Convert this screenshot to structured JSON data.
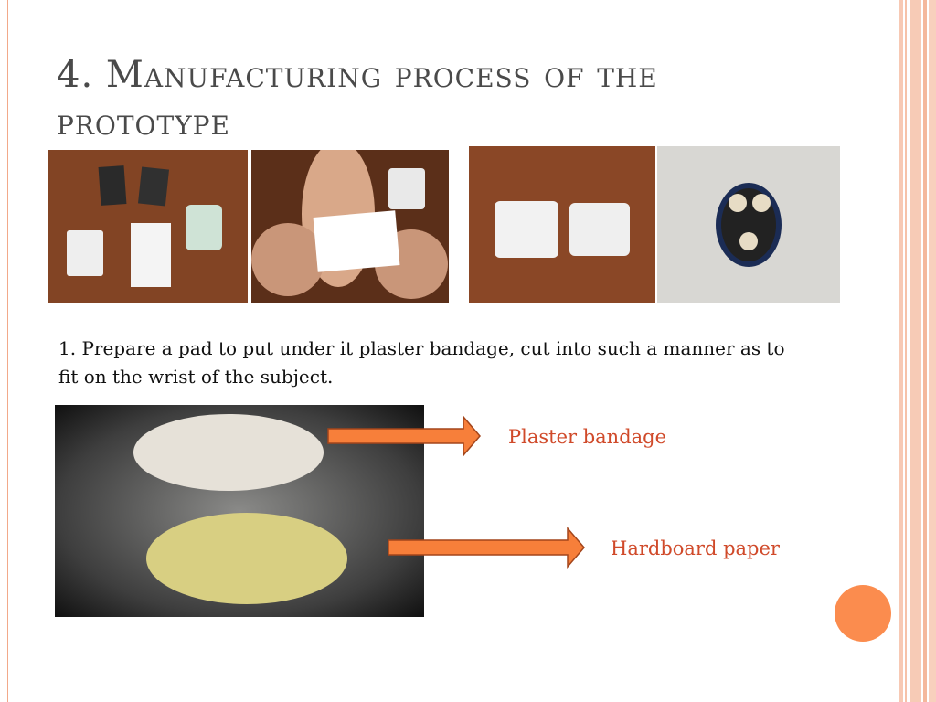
{
  "slide": {
    "title": "4. Manufacturing process of the prototype",
    "step_text": "1. Prepare a pad to put under it plaster bandage, cut into such a manner as to fit on the wrist of the subject.",
    "labels": {
      "plaster": "Plaster bandage",
      "hardboard": "Hardboard paper"
    }
  },
  "colors": {
    "accent_circle": "#fb8c4e",
    "arrow_fill": "#f77f3a",
    "label_text": "#d04a2a",
    "stripe": "#f7c9b4"
  }
}
